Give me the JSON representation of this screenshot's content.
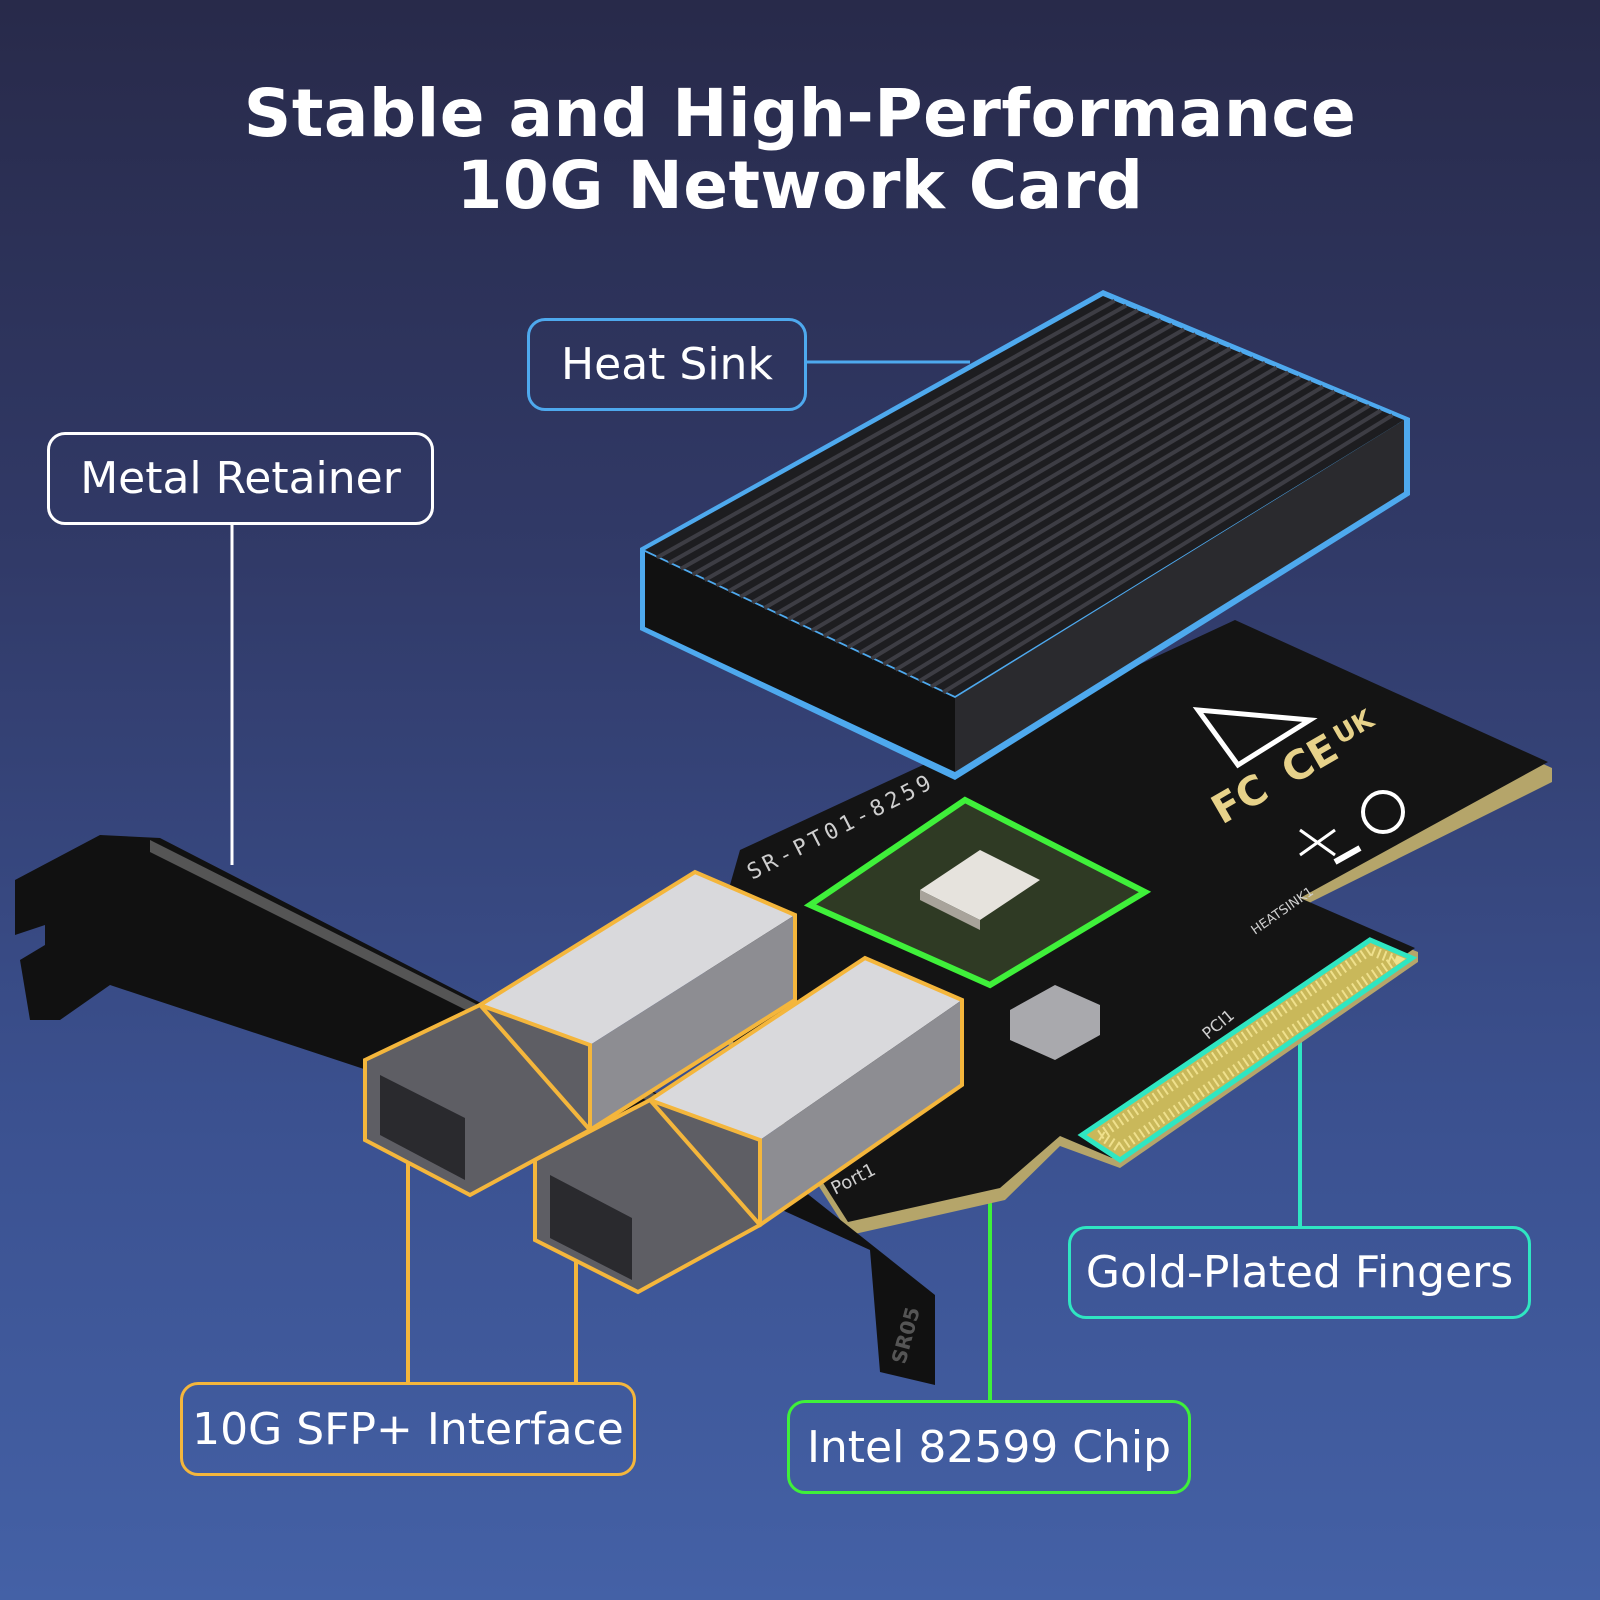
{
  "title": {
    "line1": "Stable and High-Performance",
    "line2": "10G Network Card"
  },
  "callouts": {
    "heat_sink": {
      "label": "Heat Sink",
      "color": "#4ea9ee"
    },
    "metal_retainer": {
      "label": "Metal Retainer",
      "color": "#ffffff"
    },
    "sfp_interface": {
      "label": "10G SFP+ Interface",
      "color": "#f4b63c"
    },
    "chip": {
      "label": "Intel 82599 Chip",
      "color": "#3ff03a"
    },
    "gold_fingers": {
      "label": "Gold-Plated Fingers",
      "color": "#2fe6c2"
    }
  },
  "pcb_markings": {
    "model": "SR-PT01-8259",
    "port": "Port1",
    "pci": "PCI1",
    "heatsink": "HEATSINK1",
    "bracket": "SR05"
  },
  "certification_icons": [
    "esd-warning-icon",
    "ce-mark-icon",
    "ukca-mark-icon",
    "fcc-mark-icon",
    "rohs-icon",
    "weee-bin-icon"
  ]
}
